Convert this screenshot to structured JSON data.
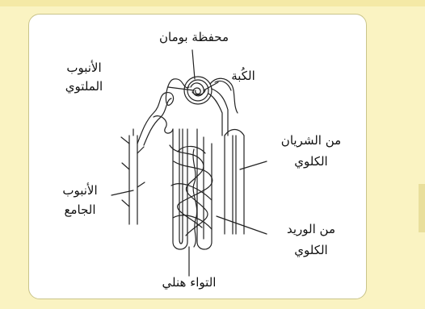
{
  "labels": {
    "bowman_capsule": "محفظة بومان",
    "glomerulus": "الكُبة",
    "convoluted_tubule_line1": "الأنبوب",
    "convoluted_tubule_line2": "الملتوي",
    "renal_artery_line1": "من الشريان",
    "renal_artery_line2": "الكلوي",
    "collecting_duct_line1": "الأنبوب",
    "collecting_duct_line2": "الجامع",
    "renal_vein_line1": "من الوريد",
    "renal_vein_line2": "الكلوي",
    "loop_of_henle": "التواء هنلي"
  },
  "colors": {
    "background": "#faf3c2",
    "card": "#ffffff",
    "card_border": "#c9c48a",
    "ink": "#111111"
  }
}
